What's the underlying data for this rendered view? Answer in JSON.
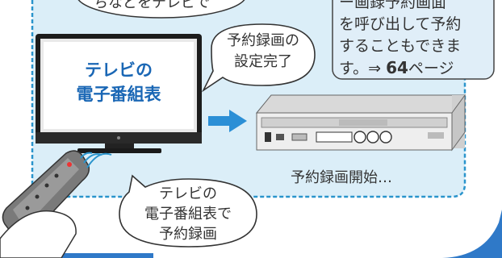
{
  "top_text": {
    "partial": "ちなどをテレビで"
  },
  "note_box": {
    "line1": "ー画録予約画面",
    "line2": "を呼び出して予約",
    "line3": "することもできま",
    "line4_prefix": "す。⇒ ",
    "line4_page": "64",
    "line4_suffix": "ページ"
  },
  "tv": {
    "screen_line1": "テレビの",
    "screen_line2": "電子番組表"
  },
  "bubble_done": {
    "line1": "予約録画の",
    "line2": "設定完了"
  },
  "recorder_caption": "予約録画開始…",
  "bubble_remote": {
    "line1": "テレビの",
    "line2": "電子番組表で",
    "line3": "予約録画"
  },
  "colors": {
    "panel_bg": "#dbeef8",
    "panel_border": "#2a94cc",
    "band": "#2f79c8",
    "tv_screen_text": "#1a67b5",
    "arrow": "#2b8fd6",
    "note_bg": "#e0eef8"
  }
}
